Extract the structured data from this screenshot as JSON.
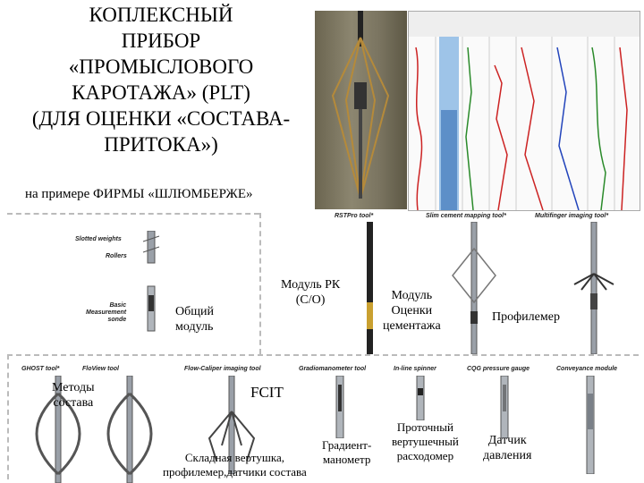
{
  "title": {
    "line1": "КОПЛЕКСНЫЙ",
    "line2": "ПРИБОР",
    "line3": "«ПРОМЫСЛОВОГО",
    "line4": "КАРОТАЖА» (PLT)",
    "line5": "(ДЛЯ ОЦЕНКИ «СОСТАВА-",
    "line6": "ПРИТОКА»)"
  },
  "subtitle": "на примере ФИРМЫ «ШЛЮМБЕРЖЕ»",
  "tools": {
    "slotted_weights": "Slotted weights",
    "rollers": "Rollers",
    "basic_line1": "Basic",
    "basic_line2": "Measurement",
    "basic_line3": "sonde",
    "rstpro": "RSTPro tool*",
    "slim_cement": "Slim cement mapping tool*",
    "multifinger": "Multifinger imaging tool*",
    "ghost": "GHOST tool*",
    "flowview": "FloView tool",
    "flow_caliper": "Flow-Caliper imaging tool",
    "gradiomanometer": "Gradiomanometer tool",
    "inline_spinner": "In-line spinner",
    "cqg": "CQG pressure gauge",
    "conveyance": "Conveyance module"
  },
  "labels": {
    "general_module_1": "Общий",
    "general_module_2": "модуль",
    "module_rk_1": "Модуль РК",
    "module_rk_2": "(С/О)",
    "cement_1": "Модуль",
    "cement_2": "Оценки",
    "cement_3": "цементажа",
    "profiler": "Профилемер",
    "methods_1": "Методы",
    "methods_2": "состава",
    "fcit": "FCIT",
    "folding_1": "Складная вертушка,",
    "folding_2": "профилемер,датчики состава",
    "gradient_1": "Градиент-",
    "gradient_2": "манометр",
    "flow_1": "Проточный",
    "flow_2": "вертушечный",
    "flow_3": "расходомер",
    "pressure_1": "Датчик",
    "pressure_2": "давления"
  },
  "colors": {
    "log_red": "#cc2222",
    "log_green": "#2a8a2a",
    "log_blue": "#2244bb",
    "tool_gray": "#9aa0a8"
  }
}
